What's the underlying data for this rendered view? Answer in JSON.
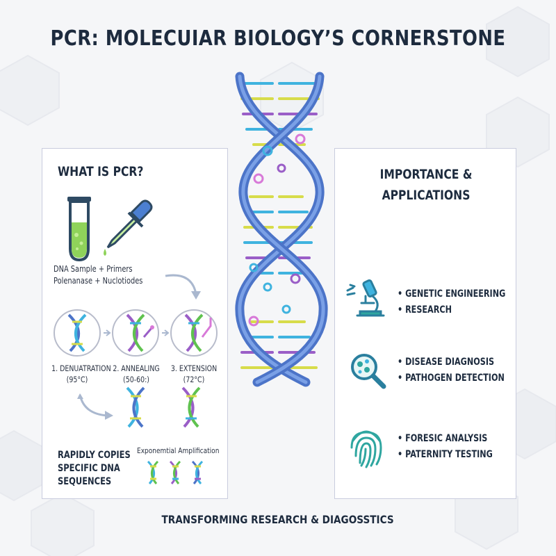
{
  "title": "PCR: MOLECUIAR BIOLOGY’S CORNERSTONE",
  "left_panel": {
    "heading": "WHAT IS PCR?",
    "reagents_line1": "DNA Sample + Primers",
    "reagents_line2": "Polenanase + Nuclotiodes",
    "steps": [
      {
        "label": "1. DENUATRATION",
        "temp": "(95°C)"
      },
      {
        "label": "2. ANNEALING",
        "temp": "(50-60:)"
      },
      {
        "label": "3. EXTENSION",
        "temp": "(72°C)"
      }
    ],
    "rapid_line1": "RAPIDLY COPIES",
    "rapid_line2": "SPECIFIC DNA",
    "rapid_line3": "SEQUENCES",
    "exponential": "Exponemtial Amplification"
  },
  "right_panel": {
    "heading_line1": "IMPORTANCE &",
    "heading_line2": "APPLICATIONS",
    "groups": [
      {
        "icon": "microscope-icon",
        "items": [
          "GENETIC ENGINEERING",
          "RESEARCH"
        ]
      },
      {
        "icon": "magnifier-icon",
        "items": [
          "DISEASE DIAGNOSIS",
          "PATHOGEN DETECTION"
        ]
      },
      {
        "icon": "fingerprint-icon",
        "items": [
          "FORESIC ANALYSIS",
          "PATERNITY TESTING"
        ]
      }
    ]
  },
  "footer": "TRANSFORMING RESEARCH & DIAGOSSTICS",
  "colors": {
    "strand_blue": "#5b86d6",
    "rung_blue": "#3fb3df",
    "rung_yellow": "#d7dc4a",
    "rung_purple": "#9a5ec7",
    "accent_teal": "#2fa6a0",
    "liquid_green": "#8fd35a"
  }
}
